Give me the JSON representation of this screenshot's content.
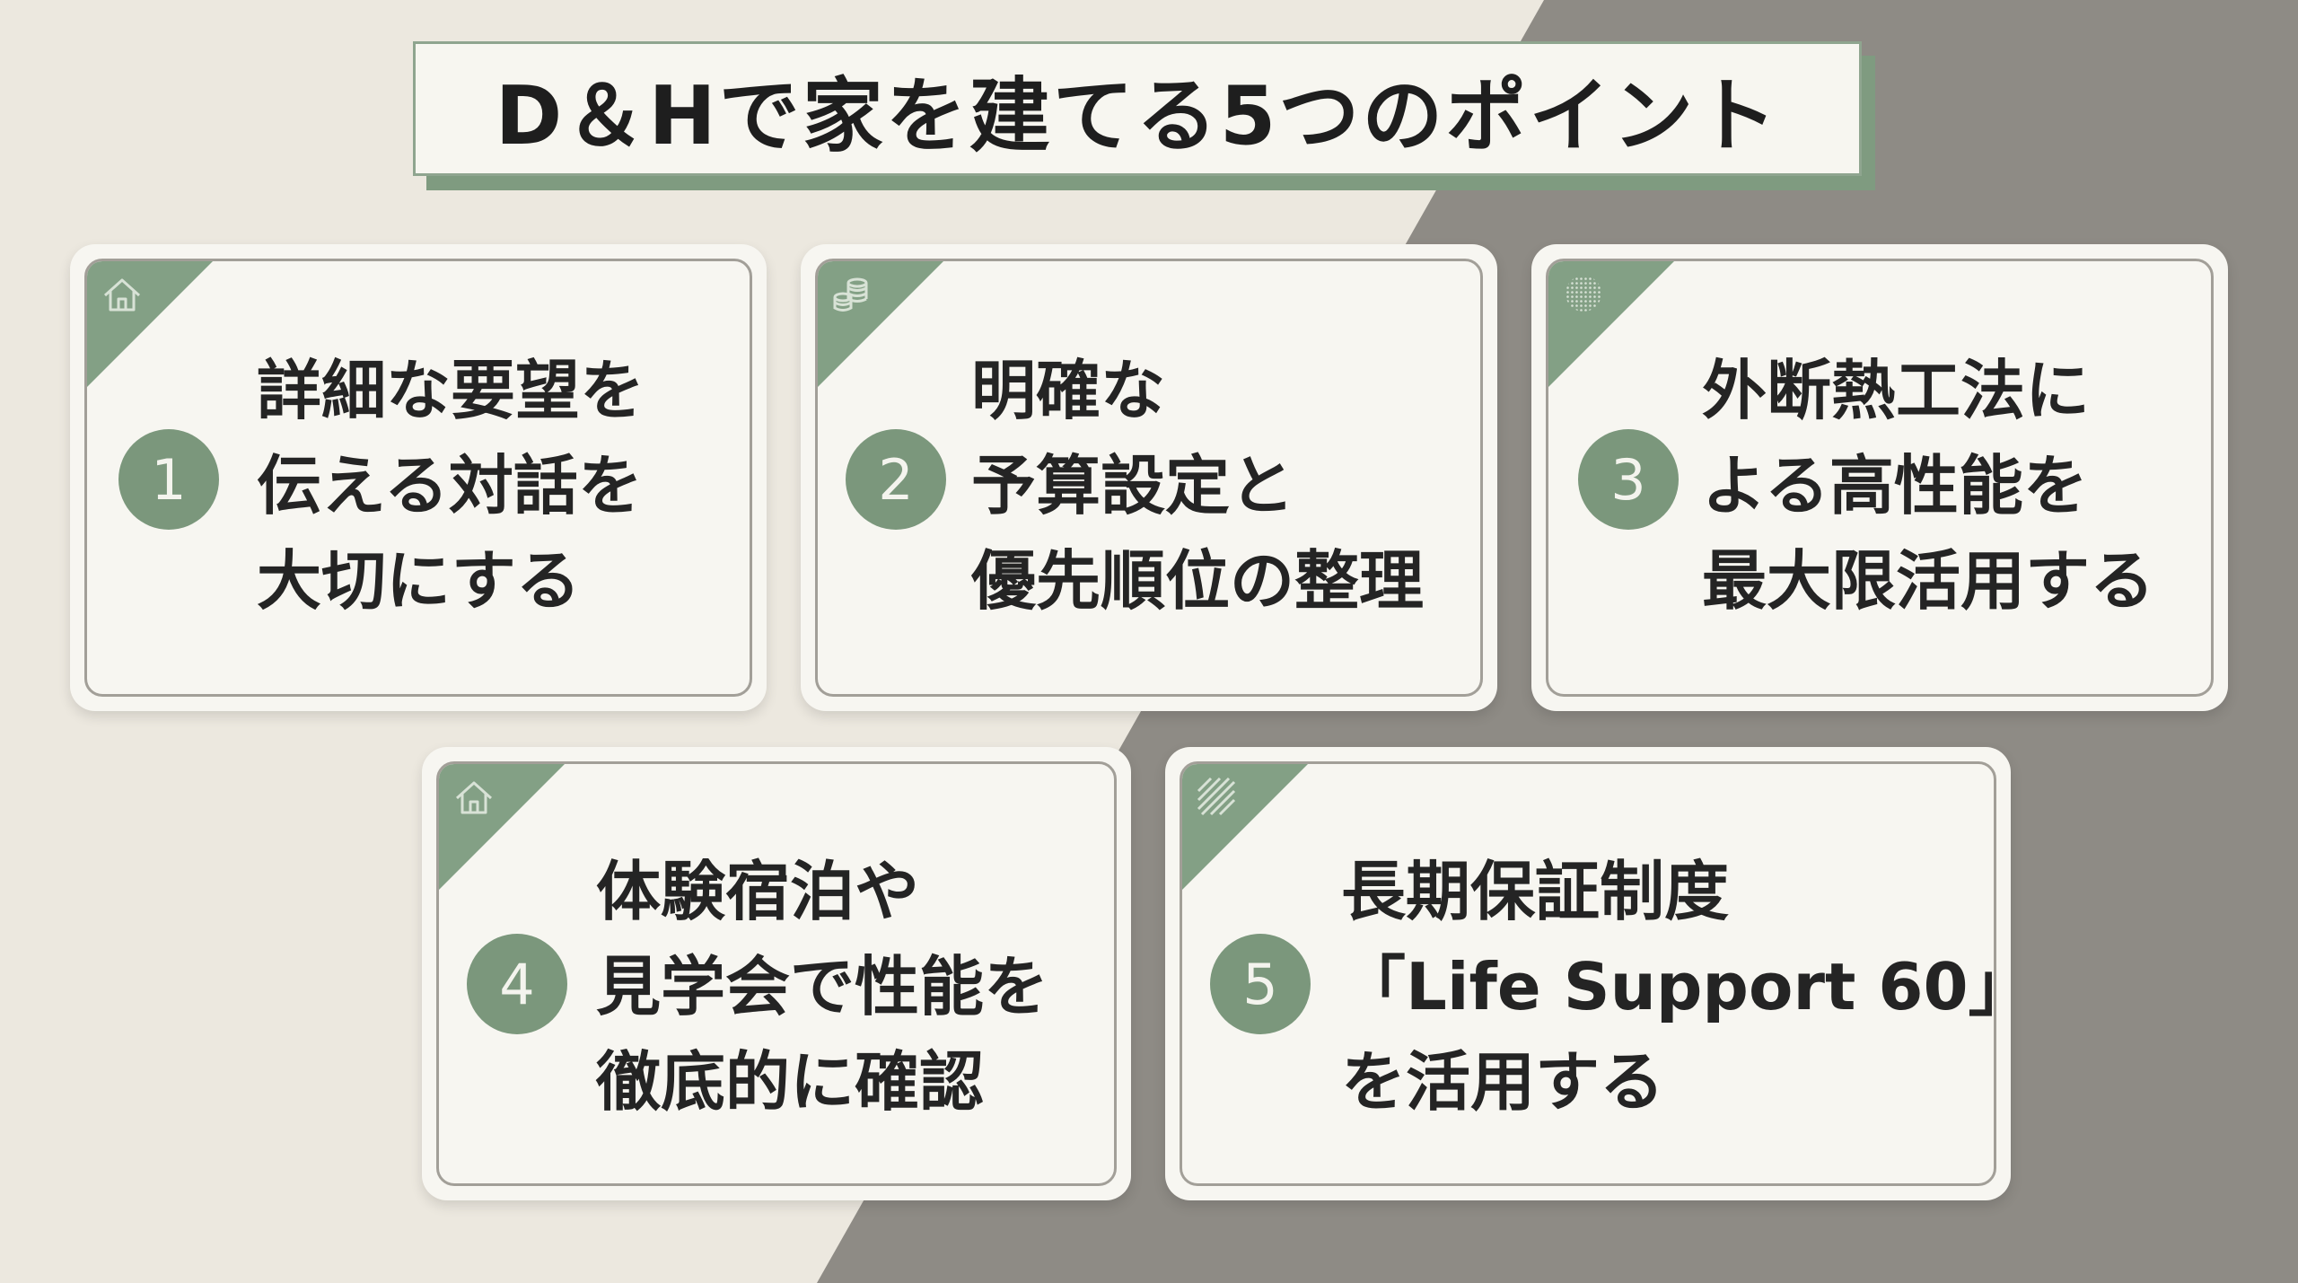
{
  "title": "D＆Hで家を建てる5つのポイント",
  "points": [
    {
      "number": "1",
      "icon": "house-icon",
      "lines": [
        "詳細な要望を",
        "伝える対話を",
        "大切にする"
      ]
    },
    {
      "number": "2",
      "icon": "coins-icon",
      "lines": [
        "明確な",
        "予算設定と",
        "優先順位の整理"
      ]
    },
    {
      "number": "3",
      "icon": "texture-dots-icon",
      "lines": [
        "外断熱工法に",
        "よる高性能を",
        "最大限活用する"
      ]
    },
    {
      "number": "4",
      "icon": "house-icon",
      "lines": [
        "体験宿泊や",
        "見学会で性能を",
        "徹底的に確認"
      ]
    },
    {
      "number": "5",
      "icon": "diagonal-stripes-icon",
      "lines": [
        "長期保証制度",
        "「Life Support 60」",
        "を活用する"
      ]
    }
  ],
  "colors": {
    "accent": "#7b977c",
    "card": "#f7f6f1",
    "bg_light": "#ece8df",
    "bg_dark": "#8e8b85"
  }
}
